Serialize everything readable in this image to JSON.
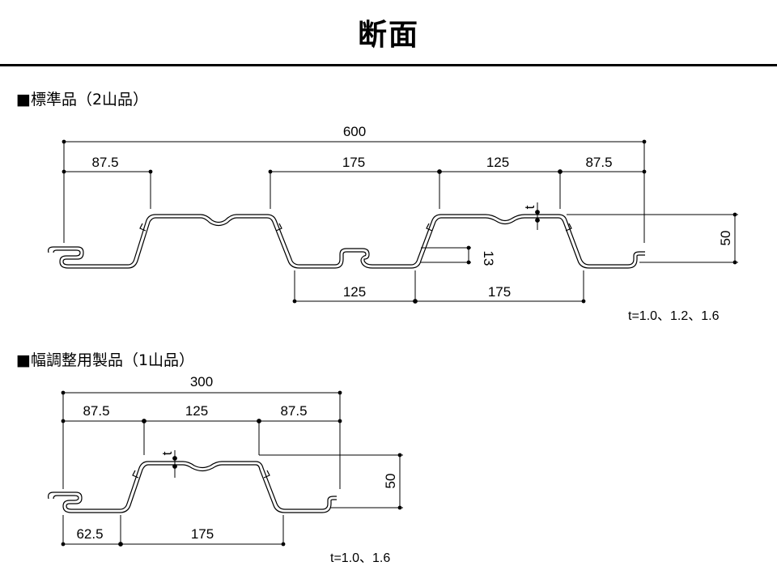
{
  "title": "断面",
  "sections": [
    {
      "label": "■標準品（2山品）",
      "dims": {
        "total": "600",
        "left_edge": "87.5",
        "rib_top": "175",
        "valley_top": "125",
        "right_edge": "87.5",
        "height": "50",
        "step": "13",
        "bottom_valley": "125",
        "bottom_rib": "175",
        "thickness": "t"
      },
      "thickness_note": "t=1.0、1.2、1.6"
    },
    {
      "label": "■幅調整用製品（1山品）",
      "dims": {
        "total": "300",
        "left_edge": "87.5",
        "rib_top": "125",
        "right_edge": "87.5",
        "height": "50",
        "bottom_left": "62.5",
        "bottom_rib": "175",
        "thickness": "t"
      },
      "thickness_note": "t=1.0、1.6"
    }
  ]
}
